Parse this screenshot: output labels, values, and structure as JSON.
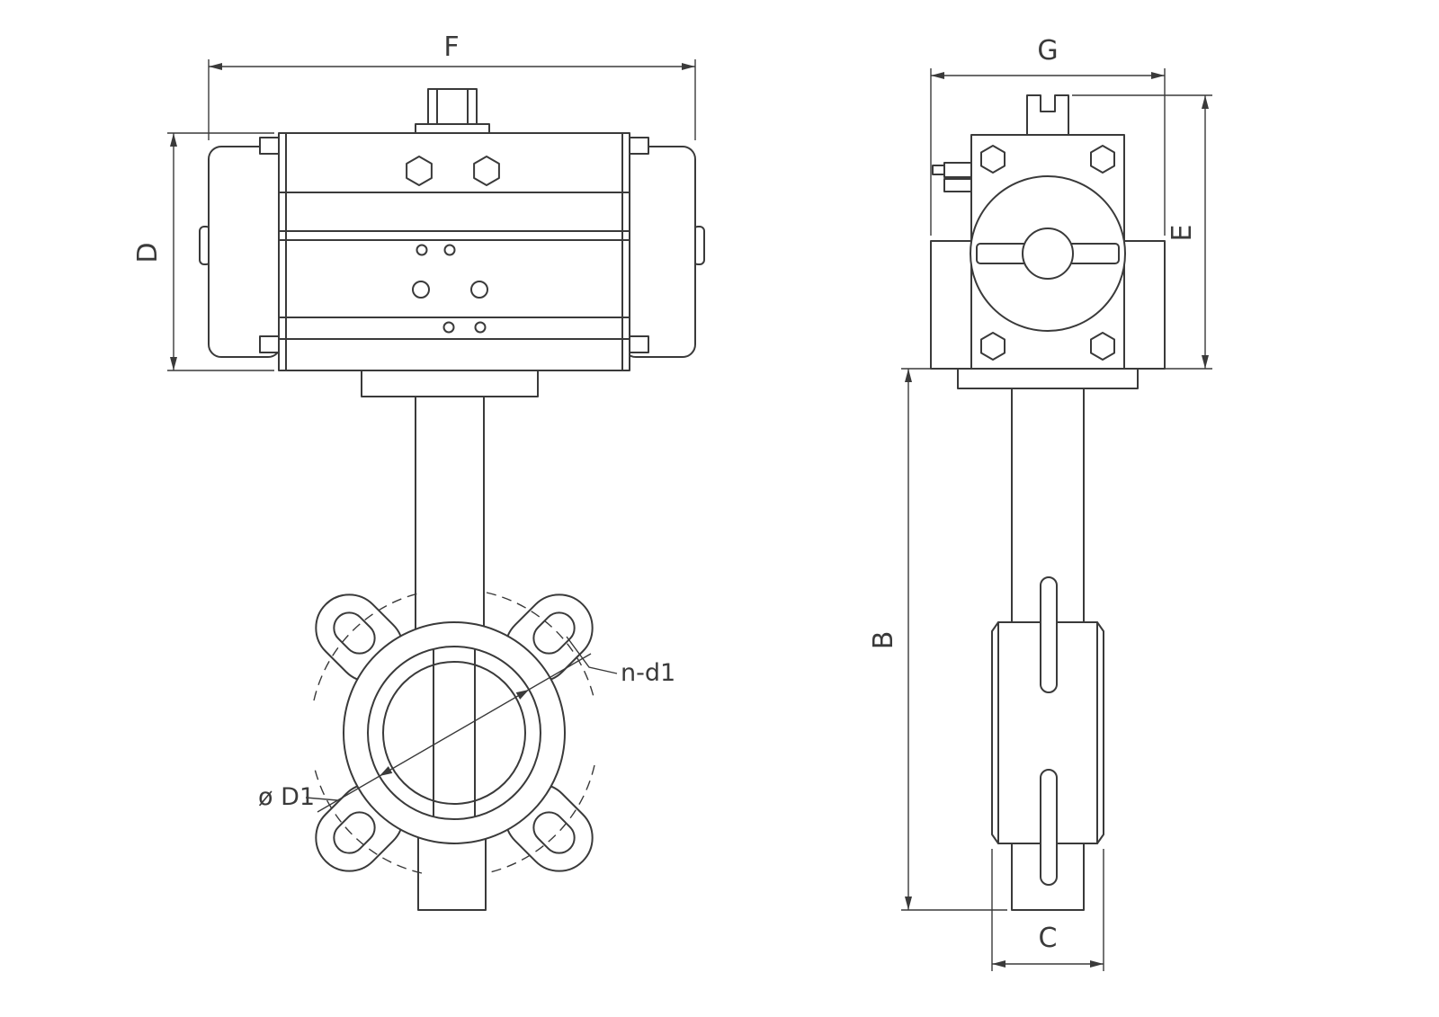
{
  "labels": {
    "dim_F": "F",
    "dim_D": "D",
    "dim_G": "G",
    "dim_E": "E",
    "dim_B": "B",
    "dim_C": "C",
    "bolt_holes": "n-d1",
    "bore_dia": "ø D1"
  },
  "colors": {
    "line": "#3a3a3a",
    "background": "#ffffff"
  }
}
